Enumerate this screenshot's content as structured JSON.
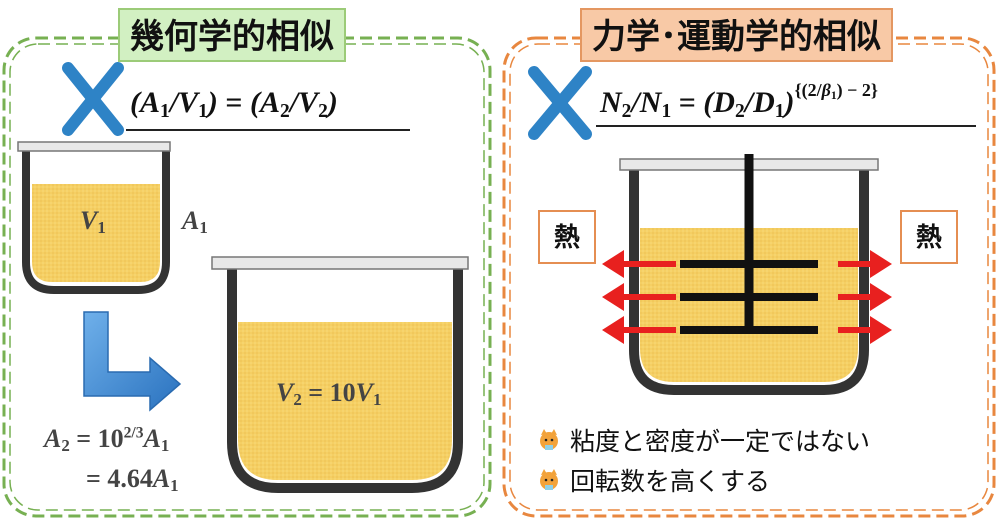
{
  "left_panel": {
    "title": "幾何学的相似",
    "equation": {
      "a1": "A",
      "a1_sub": "1",
      "v1": "V",
      "v1_sub": "1",
      "eq": "=",
      "a2": "A",
      "a2_sub": "2",
      "v2": "V",
      "v2_sub": "2"
    },
    "small_vessel": {
      "label_v": "V",
      "label_v_sub": "1",
      "label_a": "A",
      "label_a_sub": "1"
    },
    "big_vessel": {
      "label": "V",
      "label_sub": "2",
      "label_rest": " = 10",
      "label_v": "V",
      "label_v_sub": "1"
    },
    "area_line1": {
      "a": "A",
      "a_sub": "2",
      "rest": " = 10",
      "exp": "2/3",
      "a2": "A",
      "a2_sub": "1"
    },
    "area_line2": {
      "rest": "= 4.64",
      "a": "A",
      "a_sub": "1"
    }
  },
  "right_panel": {
    "title": "力学･運動学的相似",
    "equation": {
      "n2": "N",
      "n2_sub": "2",
      "n1": "N",
      "n1_sub": "1",
      "eq": "=",
      "d2": "D",
      "d2_sub": "2",
      "d1": "D",
      "d1_sub": "1",
      "exp_open": "{(2/",
      "beta": "β",
      "beta_sub": "1",
      "exp_close": ") − 2}"
    },
    "heat_left": "熱",
    "heat_right": "熱",
    "notes": [
      "粘度と密度が一定ではない",
      "回転数を高くする"
    ]
  },
  "colors": {
    "left_border": "#77b052",
    "right_border": "#e8873f",
    "liquid": "#f5cf63",
    "vessel": "#333333",
    "cross": "#2e83c6",
    "arrow_red": "#e8201f",
    "blue_arrow": "#3a86d0"
  },
  "icons": [
    "cross-icon",
    "cross-icon",
    "l-shaped-arrow-icon",
    "heat-arrow-icon",
    "mascot-icon"
  ]
}
